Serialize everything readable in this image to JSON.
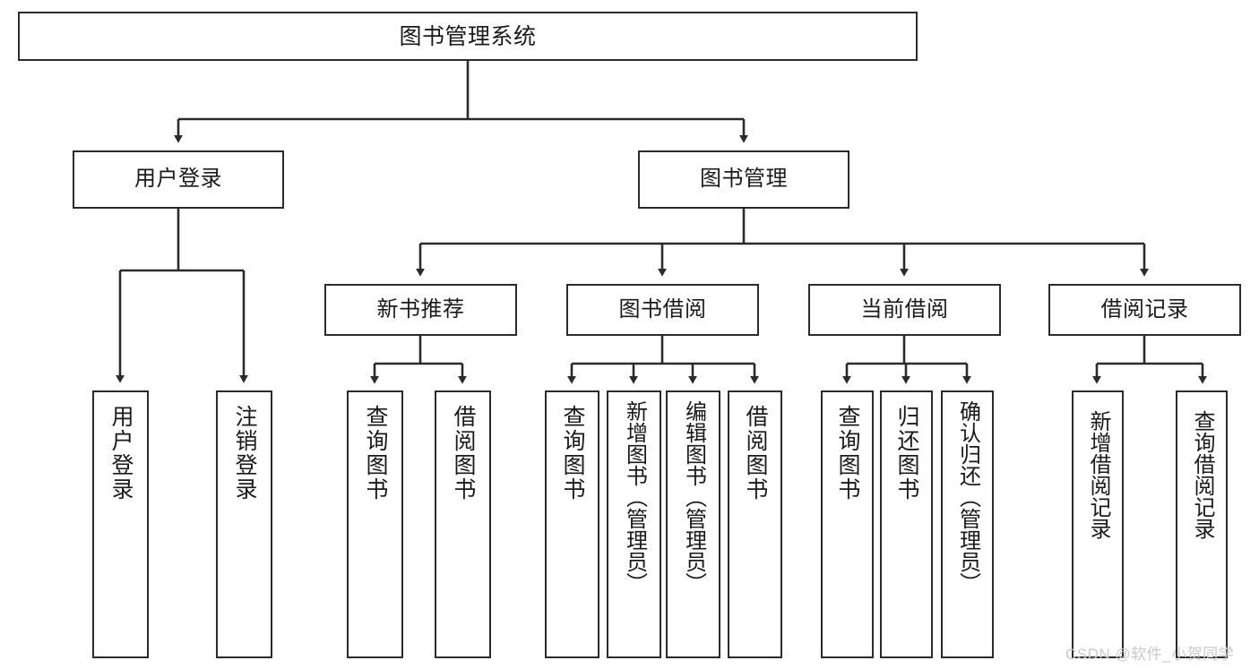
{
  "diagram": {
    "title": "图书管理系统",
    "type": "tree-hierarchy-chart",
    "root": {
      "id": "root",
      "label": "图书管理系统"
    },
    "level2": [
      {
        "id": "user-login",
        "label": "用户登录"
      },
      {
        "id": "book-manage",
        "label": "图书管理"
      }
    ],
    "level3": [
      {
        "id": "new-book-recommend",
        "label": "新书推荐"
      },
      {
        "id": "book-borrow",
        "label": "图书借阅"
      },
      {
        "id": "current-borrow",
        "label": "当前借阅"
      },
      {
        "id": "borrow-record",
        "label": "借阅记录"
      }
    ],
    "leaves": {
      "user_login": [
        {
          "id": "leaf-user-login",
          "label": "用户登录"
        },
        {
          "id": "leaf-logout-login",
          "label": "注销登录"
        }
      ],
      "new_book_recommend": [
        {
          "id": "leaf-query-book-1",
          "label": "查询图书"
        },
        {
          "id": "leaf-borrow-book-1",
          "label": "借阅图书"
        }
      ],
      "book_borrow": [
        {
          "id": "leaf-query-book-2",
          "label": "查询图书"
        },
        {
          "id": "leaf-add-book",
          "label": "新增图书（管理员）"
        },
        {
          "id": "leaf-edit-book",
          "label": "编辑图书（管理员）"
        },
        {
          "id": "leaf-borrow-book-2",
          "label": "借阅图书"
        }
      ],
      "current_borrow": [
        {
          "id": "leaf-query-book-3",
          "label": "查询图书"
        },
        {
          "id": "leaf-return-book",
          "label": "归还图书"
        },
        {
          "id": "leaf-confirm-return",
          "label": "确认归还（管理员）"
        }
      ],
      "borrow_record": [
        {
          "id": "leaf-add-record",
          "label": "新增借阅记录"
        },
        {
          "id": "leaf-query-record",
          "label": "查询借阅记录"
        }
      ]
    }
  },
  "watermark": {
    "text": "CSDN @软件_小贺同学"
  },
  "colors": {
    "stroke": "#2b2b2b",
    "fill": "#ffffff",
    "text": "#1a1a1a",
    "watermark": "#c9c9c9"
  }
}
